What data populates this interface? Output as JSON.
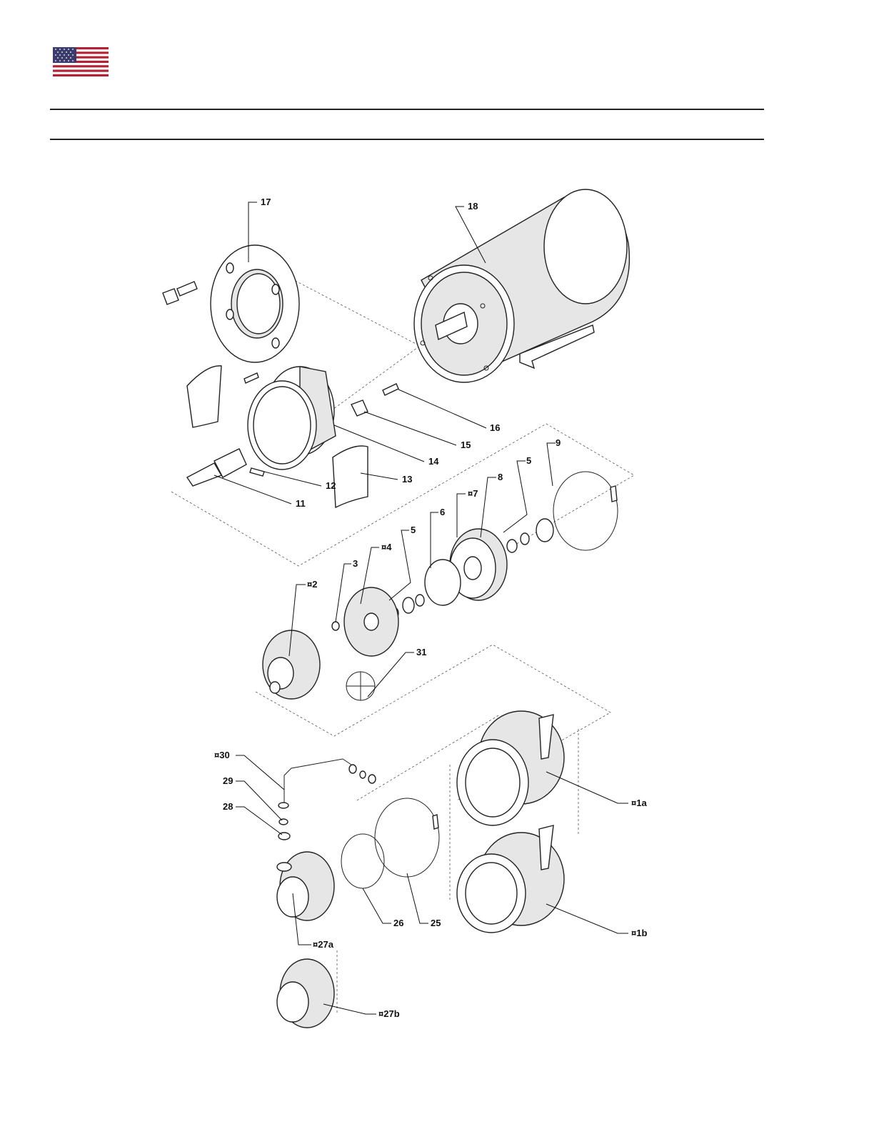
{
  "header": {
    "flag_icon": "us-flag-icon"
  },
  "colors": {
    "flag_red": "#b22234",
    "flag_blue": "#3c3b6e",
    "line": "#222222",
    "part_shade": "#e6e6e6"
  },
  "parts": {
    "p1a": "¤1a",
    "p1b": "¤1b",
    "p2": "¤2",
    "p3": "3",
    "p4": "¤4",
    "p5a": "5",
    "p5b": "5",
    "p6": "6",
    "p7": "¤7",
    "p8": "8",
    "p9": "9",
    "p11": "11",
    "p12": "12",
    "p13": "13",
    "p14": "14",
    "p15": "15",
    "p16": "16",
    "p17": "17",
    "p18": "18",
    "p25": "25",
    "p26": "26",
    "p27a": "¤27a",
    "p27b": "¤27b",
    "p28": "28",
    "p29": "29",
    "p30": "¤30",
    "p31": "31"
  }
}
